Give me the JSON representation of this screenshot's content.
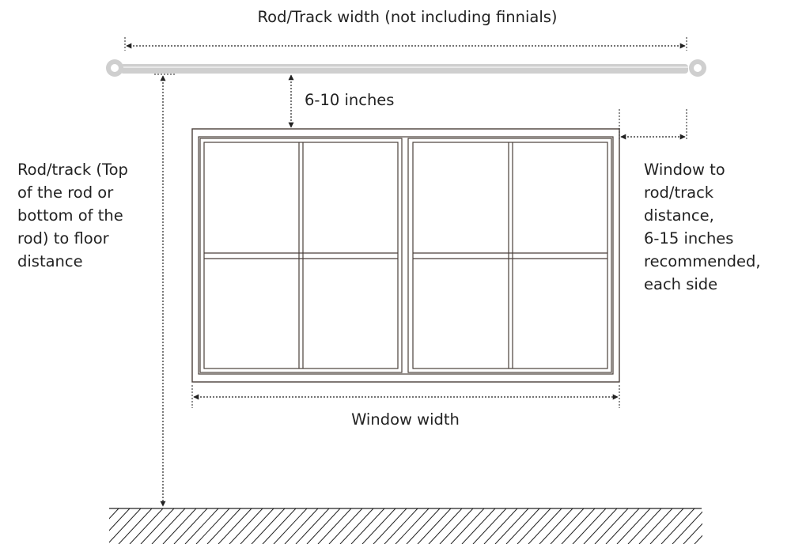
{
  "labels": {
    "rod_width": "Rod/Track width (not including finnials)",
    "drop": "6-10 inches",
    "rod_to_floor": [
      "Rod/track (Top",
      "of the rod or",
      "bottom of the",
      "rod) to floor",
      "distance"
    ],
    "side_distance": [
      "Window to",
      "rod/track",
      "distance,",
      "6-15 inches",
      "recommended,",
      "each side"
    ],
    "window_width": "Window width"
  }
}
